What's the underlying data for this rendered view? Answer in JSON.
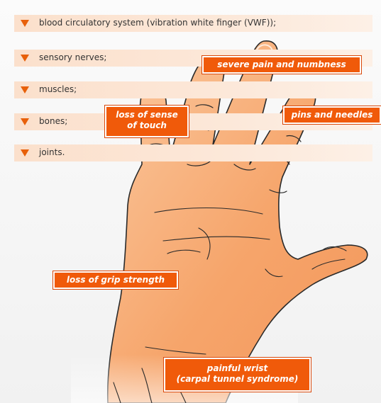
{
  "bullets": [
    {
      "text": "blood circulatory system (vibration white finger (VWF));"
    },
    {
      "text": "sensory nerves;"
    },
    {
      "text": "muscles;"
    },
    {
      "text": "bones;"
    },
    {
      "text": "joints."
    }
  ],
  "callouts": {
    "severe_pain": "severe pain and numbness",
    "loss_touch_line1": "loss of sense",
    "loss_touch_line2": "of touch",
    "pins_needles": "pins and needles",
    "grip": "loss of grip strength",
    "wrist_line1": "painful wrist",
    "wrist_line2": "(carpal tunnel syndrome)"
  },
  "colors": {
    "accent": "#f05a0a",
    "skin": "#f6a469",
    "skin_light": "#fbcfa6",
    "bullet_band": "#fbe0cc"
  }
}
